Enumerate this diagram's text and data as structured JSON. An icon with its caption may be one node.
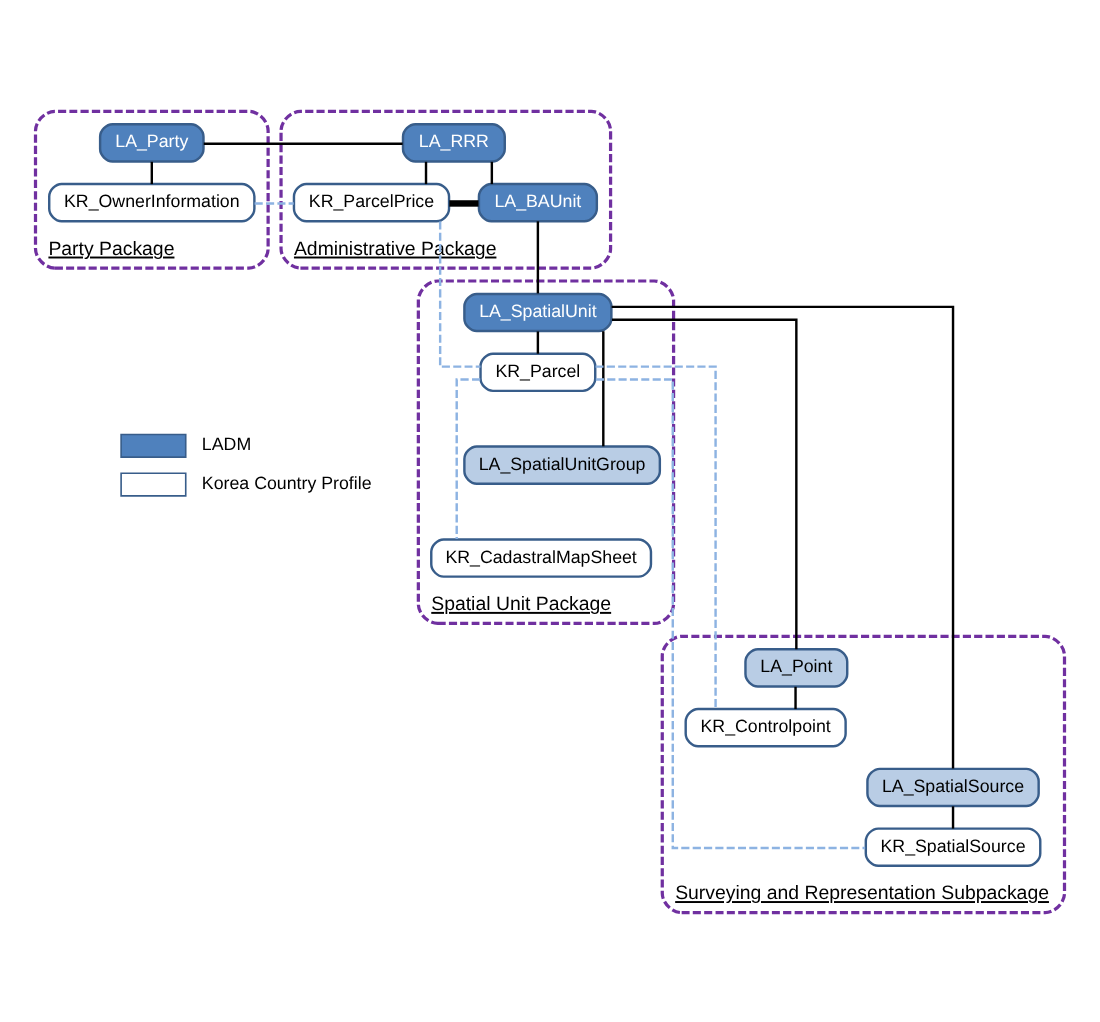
{
  "diagram": {
    "nodes": [
      {
        "text": [
          "Party Package"
        ]
      },
      {
        "text": [
          "LA_Party"
        ],
        "in": 0
      },
      {
        "text": [
          "KR_OwnerInformation"
        ],
        "in": 0
      },
      {
        "text": [
          "Administrative Package"
        ]
      },
      {
        "text": [
          "LA_RRR"
        ],
        "in": 3
      },
      {
        "text": [
          "LA_BAUnit"
        ],
        "in": 3
      },
      {
        "text": [
          "KR_ParcelPrice"
        ],
        "in": 3
      },
      {
        "text": [
          "Spatial Unit Package"
        ]
      },
      {
        "text": [
          "LA_SpatialUnit"
        ],
        "in": 7
      },
      {
        "text": [
          "KR_Parcel"
        ],
        "in": 7
      },
      {
        "text": [
          "LA_SpatialUnitGroup"
        ],
        "in": 7
      },
      {
        "text": [
          "KR_CadastralMapSheet"
        ],
        "in": 7
      },
      {
        "text": [
          "Surveying and Representation Subpackage"
        ]
      },
      {
        "text": [
          "LA_Point"
        ],
        "in": 12
      },
      {
        "text": [
          "KR_Controlpoint"
        ],
        "in": 12
      },
      {
        "text": [
          "LA_SpatialSource"
        ],
        "in": 12
      },
      {
        "text": [
          "KR_SpatialSource"
        ],
        "in": 12
      }
    ],
    "edges": [
      {
        "from": 1,
        "to": 4,
        "arrow": "none"
      },
      {
        "from": 1,
        "to": 2,
        "arrow": "none"
      },
      {
        "from": 2,
        "to": 6,
        "arrow": "none",
        "style": "dashed",
        "color": "#8db3e2"
      },
      {
        "from": 4,
        "to": 6,
        "arrow": "none"
      },
      {
        "from": 4,
        "to": 5,
        "arrow": "none"
      },
      {
        "from": 6,
        "to": 5,
        "arrow": "none",
        "style": "thick"
      },
      {
        "from": 5,
        "to": 8,
        "arrow": "none"
      },
      {
        "from": 6,
        "to": 9,
        "arrow": "none",
        "style": "dashed",
        "color": "#8db3e2"
      },
      {
        "from": 8,
        "to": 9,
        "arrow": "none"
      },
      {
        "from": 8,
        "to": 10,
        "arrow": "none"
      },
      {
        "from": 8,
        "to": 13,
        "arrow": "none"
      },
      {
        "from": 8,
        "to": 15,
        "arrow": "none"
      },
      {
        "from": 13,
        "to": 14,
        "arrow": "none"
      },
      {
        "from": 15,
        "to": 16,
        "arrow": "none"
      },
      {
        "from": 9,
        "to": 11,
        "arrow": "none",
        "style": "dashed",
        "color": "#8db3e2"
      },
      {
        "from": 9,
        "to": 14,
        "arrow": "none",
        "style": "dashed",
        "color": "#8db3e2"
      },
      {
        "from": 9,
        "to": 16,
        "arrow": "none",
        "style": "dashed",
        "color": "#8db3e2"
      }
    ],
    "legend": [
      {
        "text": "LADM",
        "color": "#4f81bd"
      },
      {
        "text": "Korea Country Profile",
        "color": "#ffffff"
      }
    ]
  }
}
